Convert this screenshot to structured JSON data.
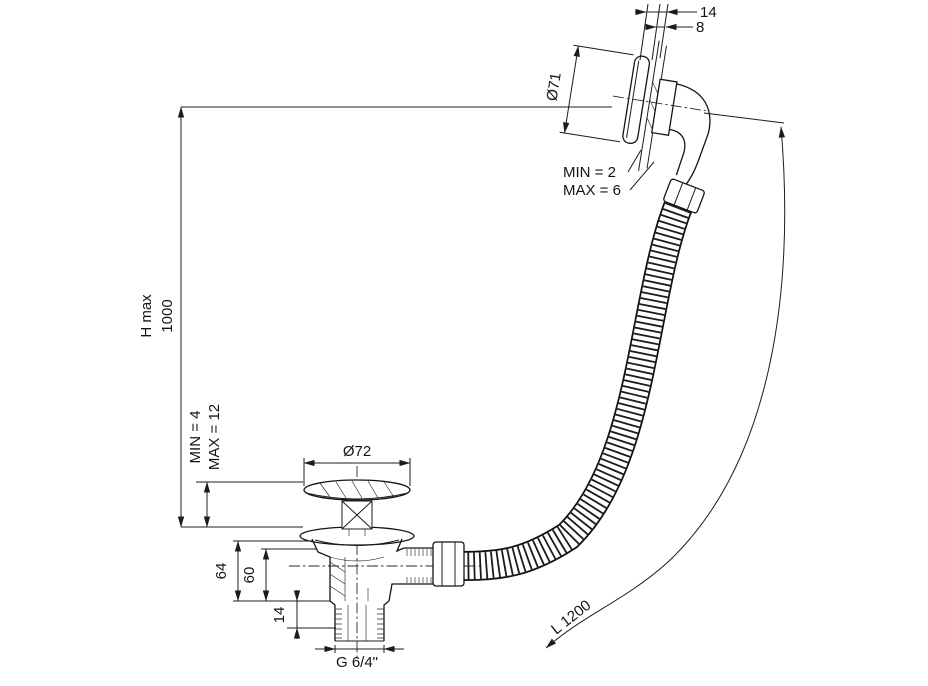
{
  "drawing": {
    "title": "Bath waste and overflow set with flexible hose — dimensioned technical drawing",
    "labels": {
      "wall_total": "14",
      "wall_gap": "8",
      "overflow_diameter": "Ø71",
      "overflow_min": "MIN = 2",
      "overflow_max": "MAX = 6",
      "height_name": "H max",
      "height_value": "1000",
      "plug_min": "MIN = 4",
      "plug_max": "MAX = 12",
      "waste_diameter": "Ø72",
      "waste_height_outer": "64",
      "waste_height_inner": "60",
      "thread_length": "14",
      "outlet_thread": "G 6/4\"",
      "hose_length": "L 1200"
    }
  }
}
